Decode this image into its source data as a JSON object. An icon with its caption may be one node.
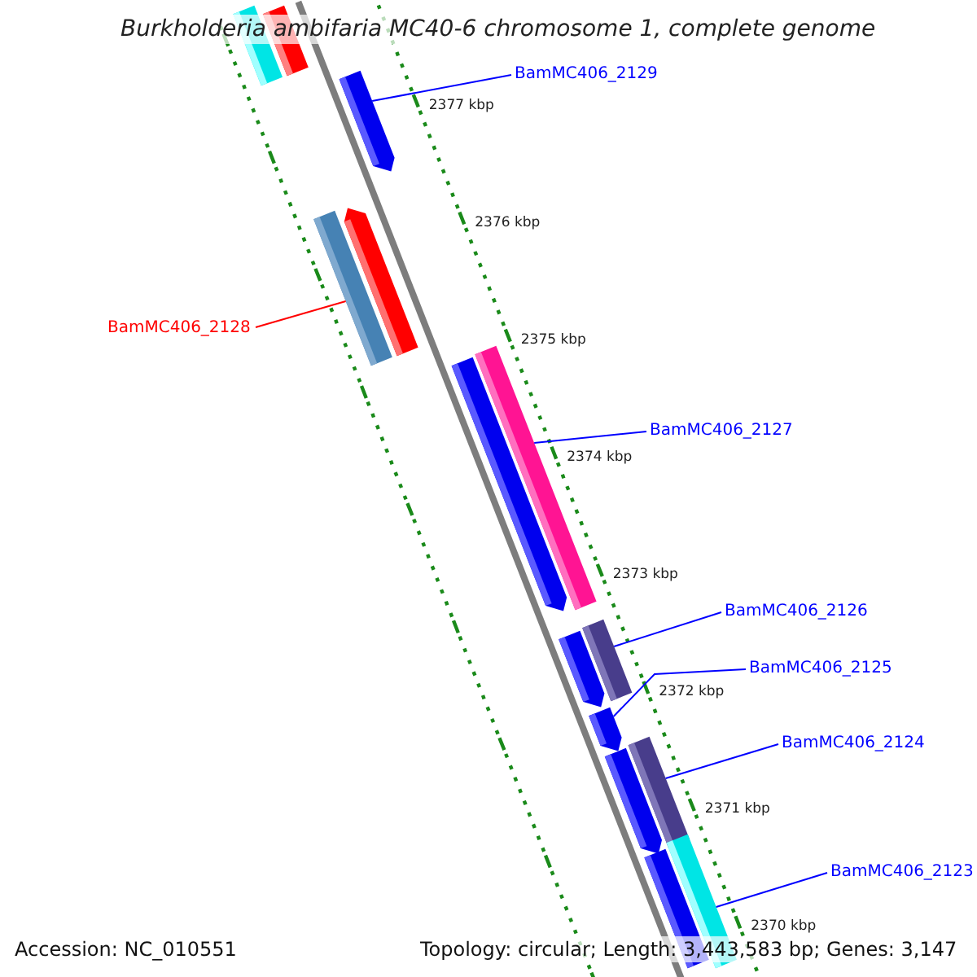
{
  "diagram": {
    "title": "Burkholderia ambifaria MC40-6 chromosome 1, complete genome",
    "nodes": [
      {
        "text": [],
        "shape": "bar"
      },
      {
        "text": [],
        "shape": "bar"
      },
      {
        "text": [],
        "shape": "arrow"
      },
      {
        "text": [],
        "shape": "bar"
      },
      {
        "text": [],
        "shape": "arrow"
      },
      {
        "text": [],
        "shape": "arrow"
      },
      {
        "text": [],
        "shape": "bar"
      },
      {
        "text": [],
        "shape": "arrow"
      },
      {
        "text": [],
        "shape": "bar"
      },
      {
        "text": [],
        "shape": "arrow"
      },
      {
        "text": [],
        "shape": "arrow"
      },
      {
        "text": [],
        "shape": "bar"
      },
      {
        "text": [],
        "shape": "bar"
      },
      {
        "text": [],
        "shape": "bar"
      },
      {
        "text": [
          "BamMC406_2129"
        ]
      },
      {
        "text": [
          "BamMC406_2128"
        ]
      },
      {
        "text": [
          "BamMC406_2127"
        ]
      },
      {
        "text": [
          "BamMC406_2126"
        ]
      },
      {
        "text": [
          "BamMC406_2125"
        ]
      },
      {
        "text": [
          "BamMC406_2124"
        ]
      },
      {
        "text": [
          "BamMC406_2123"
        ]
      }
    ],
    "edges": [
      {
        "from": 14,
        "to": 2,
        "arrow": "none"
      },
      {
        "from": 15,
        "to": 3,
        "arrow": "none",
        "color": "#ff0000"
      },
      {
        "from": 16,
        "to": 6,
        "arrow": "none"
      },
      {
        "from": 17,
        "to": 8,
        "arrow": "none"
      },
      {
        "from": 18,
        "to": 9,
        "arrow": "none"
      },
      {
        "from": 19,
        "to": 11,
        "arrow": "none"
      },
      {
        "from": 20,
        "to": 13,
        "arrow": "none"
      }
    ],
    "labels": [
      "2377 kbp",
      "2376 kbp",
      "2375 kbp",
      "2374 kbp",
      "2373 kbp",
      "2372 kbp",
      "2371 kbp",
      "2370 kbp",
      "Accession: NC_010551",
      "Topology: circular; Length: 3,443,583 bp; Genes: 3,147"
    ]
  }
}
